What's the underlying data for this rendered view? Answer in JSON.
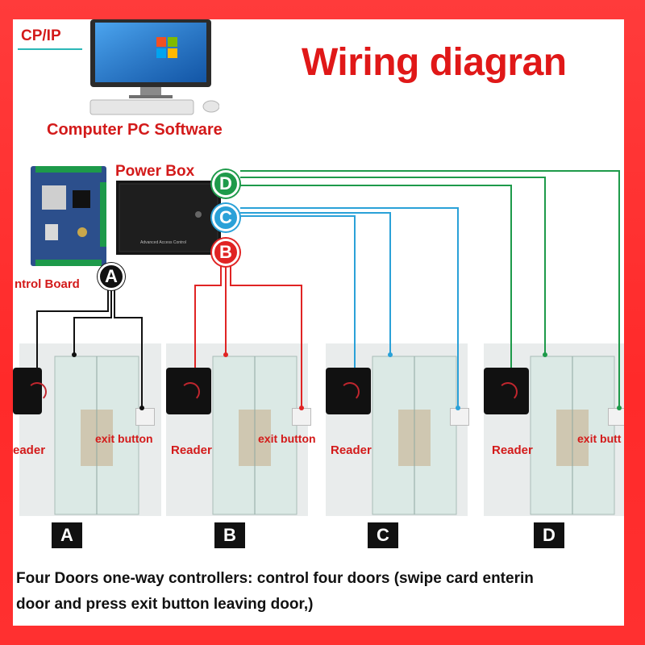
{
  "title": "Wiring diagran",
  "tcpip": "CP/IP",
  "pc_label": "Computer PC Software",
  "power_label": "Power Box",
  "board_label": "ntrol Board",
  "power_box_text": "Advanced Access Control",
  "circles": {
    "a": "A",
    "b": "B",
    "c": "C",
    "d": "D"
  },
  "doors": [
    {
      "letter": "A",
      "reader": "eader",
      "exit": "exit button"
    },
    {
      "letter": "B",
      "reader": "Reader",
      "exit": "exit button"
    },
    {
      "letter": "C",
      "reader": "Reader",
      "exit": ""
    },
    {
      "letter": "D",
      "reader": "Reader",
      "exit": "exit butt"
    }
  ],
  "caption_line1": "Four Doors one-way controllers: control four doors (swipe card enterin",
  "caption_line2": "door and press exit button leaving door,)",
  "colors": {
    "red": "#e02424",
    "blue": "#2aa1d8",
    "green": "#1e9a4a",
    "black": "#111111"
  }
}
